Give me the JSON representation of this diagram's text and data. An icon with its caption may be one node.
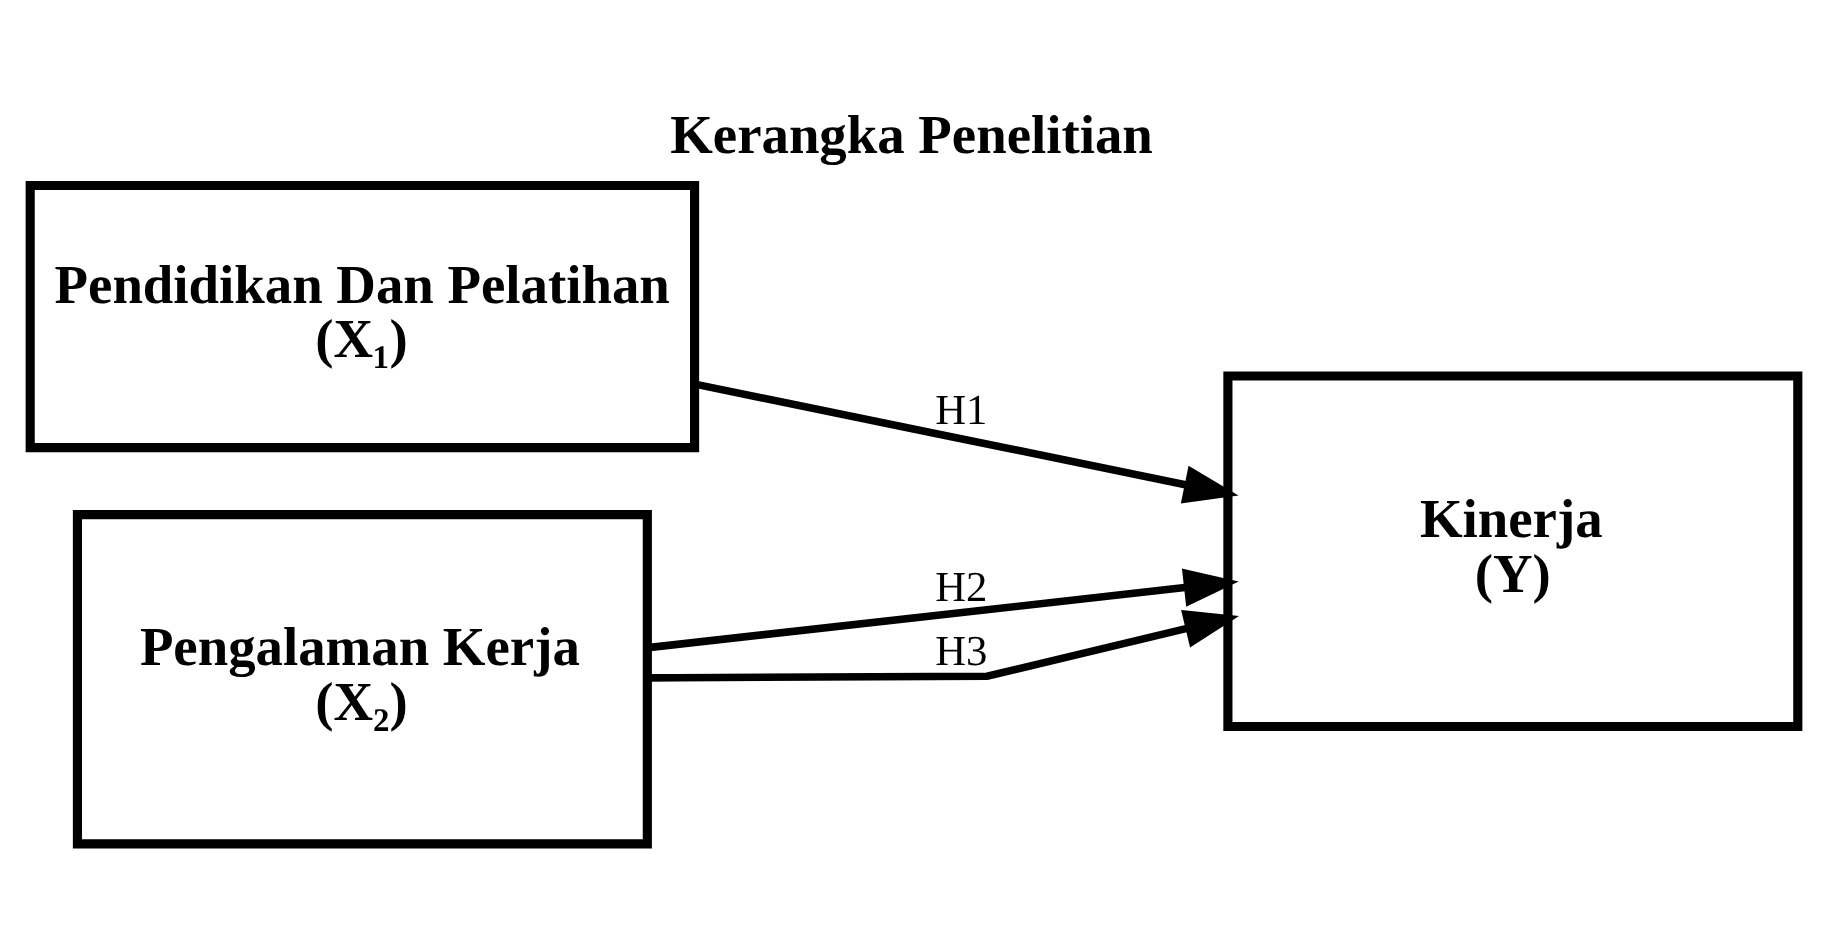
{
  "diagram": {
    "title": "Kerangka Penelitian",
    "nodes": [
      {
        "text": [
          "Pendidikan Dan Pelatihan",
          "(X₁)"
        ]
      },
      {
        "text": [
          "Pengalaman Kerja",
          "(X₂)"
        ]
      },
      {
        "text": [
          "Kinerja",
          "(Y)"
        ]
      }
    ],
    "edges": [
      {
        "from": 0,
        "to": 2,
        "arrow": "to",
        "label": "H1"
      },
      {
        "from": 1,
        "to": 2,
        "arrow": "to",
        "label": "H2"
      },
      {
        "from": 1,
        "to": 2,
        "arrow": "to",
        "label": "H3"
      }
    ]
  }
}
